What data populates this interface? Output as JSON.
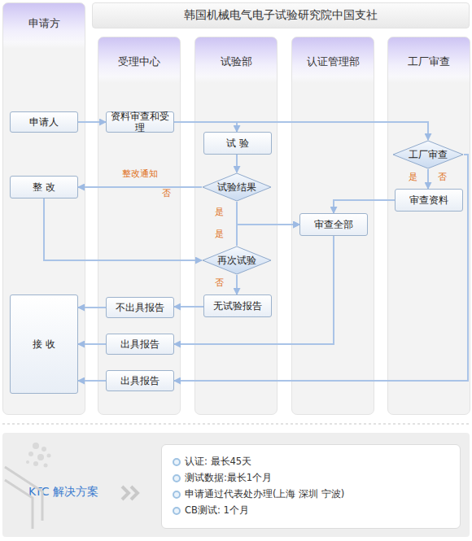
{
  "diagram": {
    "title": "韩国机械电气电子试验研究院中国支社",
    "nodes": [
      {
        "text": [
          "申请方"
        ]
      },
      {
        "text": [
          "申请人"
        ],
        "in": 0
      },
      {
        "text": [
          "整 改"
        ],
        "in": 0
      },
      {
        "text": [
          "接 收"
        ],
        "in": 0
      },
      {
        "text": [
          "受理中心"
        ]
      },
      {
        "text": [
          "资料审查和受理"
        ],
        "in": 4
      },
      {
        "text": [
          "不出具报告"
        ],
        "in": 4
      },
      {
        "text": [
          "出具报告"
        ],
        "in": 4
      },
      {
        "text": [
          "出具报告"
        ],
        "in": 4
      },
      {
        "text": [
          "试验部"
        ]
      },
      {
        "text": [
          "试 验"
        ],
        "in": 9
      },
      {
        "text": [
          "试验结果"
        ],
        "in": 9
      },
      {
        "text": [
          "再次试验"
        ],
        "in": 9
      },
      {
        "text": [
          "无试验报告"
        ],
        "in": 9
      },
      {
        "text": [
          "认证管理部"
        ]
      },
      {
        "text": [
          "审查全部"
        ],
        "in": 14
      },
      {
        "text": [
          "工厂审查"
        ]
      },
      {
        "text": [
          "工厂审查"
        ],
        "in": 16
      },
      {
        "text": [
          "审查资料"
        ],
        "in": 16
      },
      {
        "text": [
          "KTC 解决方案"
        ]
      },
      {
        "text": [
          "认证: 最长45天",
          "测试数据:最长1个月",
          "申请通过代表处办理(上海 深圳 宁波)",
          "CB测试: 1个月"
        ],
        "in": 19
      }
    ],
    "edges": [
      {
        "from": 1,
        "to": 5,
        "arrow": "to"
      },
      {
        "from": 5,
        "to": 10,
        "arrow": "to"
      },
      {
        "from": 5,
        "to": 17,
        "arrow": "to"
      },
      {
        "from": 10,
        "to": 11,
        "arrow": "to"
      },
      {
        "from": 11,
        "to": 2,
        "label": "整改通知",
        "arrow": "to"
      },
      {
        "from": 11,
        "to": 15,
        "label": "是",
        "arrow": "to"
      },
      {
        "from": 12,
        "to": 15,
        "label": "是",
        "arrow": "to"
      },
      {
        "from": 2,
        "to": 12,
        "arrow": "to"
      },
      {
        "from": 12,
        "to": 13,
        "label": "否",
        "arrow": "to"
      },
      {
        "from": 13,
        "to": 6,
        "arrow": "to"
      },
      {
        "from": 15,
        "to": 7,
        "arrow": "to"
      },
      {
        "from": 17,
        "to": 18,
        "label": "是",
        "arrow": "to"
      },
      {
        "from": 17,
        "to": 8,
        "label": "否",
        "arrow": "to"
      },
      {
        "from": 18,
        "to": 15,
        "arrow": "to"
      },
      {
        "from": 6,
        "to": 3,
        "arrow": "to"
      },
      {
        "from": 7,
        "to": 3,
        "arrow": "to"
      },
      {
        "from": 8,
        "to": 3,
        "arrow": "to"
      }
    ],
    "labels": [
      "否"
    ]
  }
}
